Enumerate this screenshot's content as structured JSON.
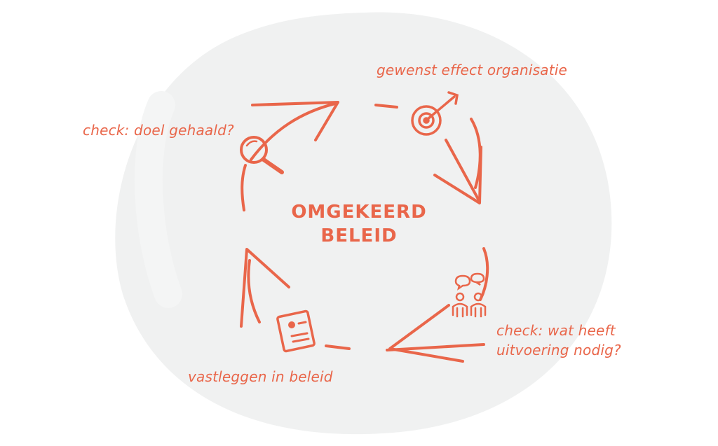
{
  "diagram": {
    "center_title": "OMGEKEERD BELEID",
    "steps": {
      "goal": "gewenst effect organisatie",
      "check_execution": "check: wat heeft uitvoering nodig?",
      "record": "vastleggen in beleid",
      "check_goal": "check: doel gehaald?"
    },
    "icons": [
      "target-icon",
      "people-talking-icon",
      "document-icon",
      "magnifier-icon"
    ],
    "colors": {
      "accent": "#e9664a",
      "background_blob": "#f0f1f1",
      "page": "#ffffff"
    }
  }
}
